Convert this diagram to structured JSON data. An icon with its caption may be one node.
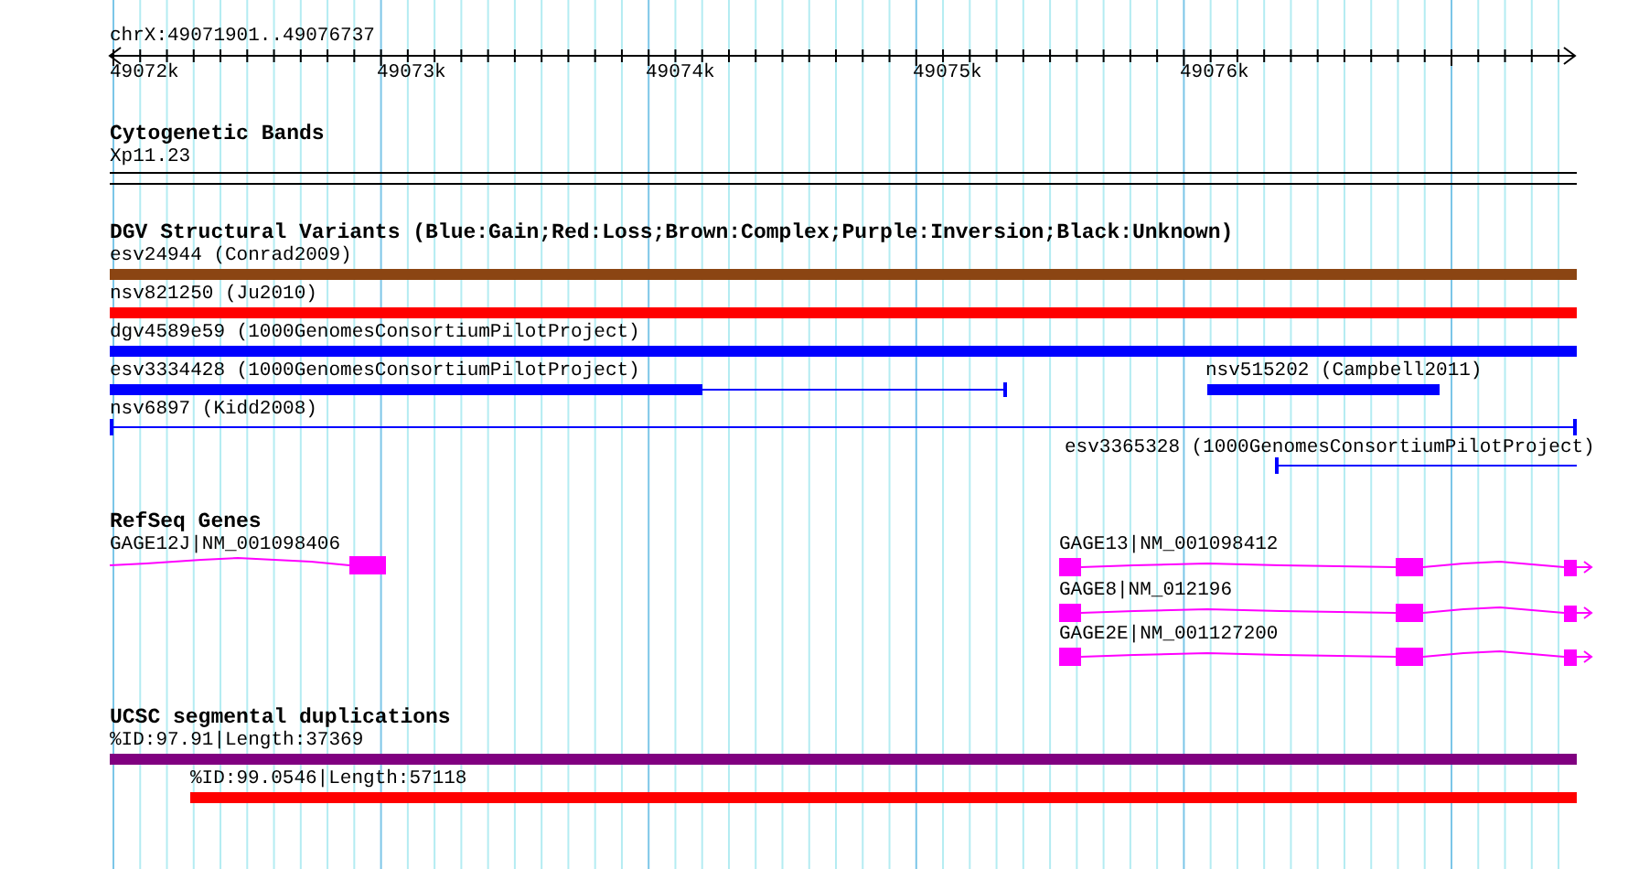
{
  "diagram": {
    "labels": [
      "chrX:49071901..49076737",
      "49072k",
      "49073k",
      "49074k",
      "49075k",
      "49076k",
      "Cytogenetic Bands",
      "Xp11.23",
      "DGV Structural Variants (Blue:Gain;Red:Loss;Brown:Complex;Purple:Inversion;Black:Unknown)",
      "esv24944 (Conrad2009)",
      "nsv821250 (Ju2010)",
      "dgv4589e59 (1000GenomesConsortiumPilotProject)",
      "esv3334428 (1000GenomesConsortiumPilotProject)",
      "nsv515202 (Campbell2011)",
      "nsv6897 (Kidd2008)",
      "esv3365328 (1000GenomesConsortiumPilotProject)",
      "RefSeq Genes",
      "GAGE12J|NM_001098406",
      "GAGE13|NM_001098412",
      "GAGE8|NM_012196",
      "GAGE2E|NM_001127200",
      "UCSC segmental duplications",
      "%ID:97.91|Length:37369",
      "%ID:99.0546|Length:57118"
    ]
  }
}
